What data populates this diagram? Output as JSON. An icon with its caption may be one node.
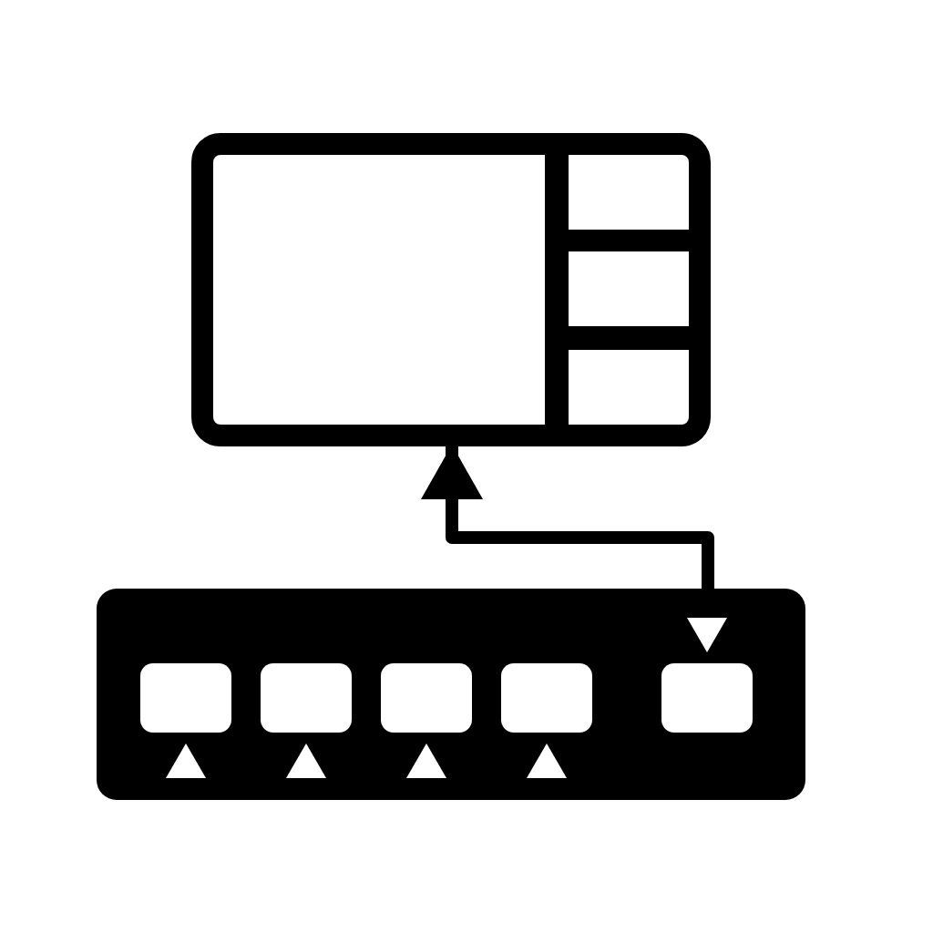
{
  "diagram": {
    "nodes": [
      {
        "text": [],
        "shape": "box"
      },
      {
        "text": [],
        "shape": "box"
      }
    ],
    "edges": [
      {
        "from": 1,
        "to": 0,
        "arrow": "to"
      }
    ]
  }
}
